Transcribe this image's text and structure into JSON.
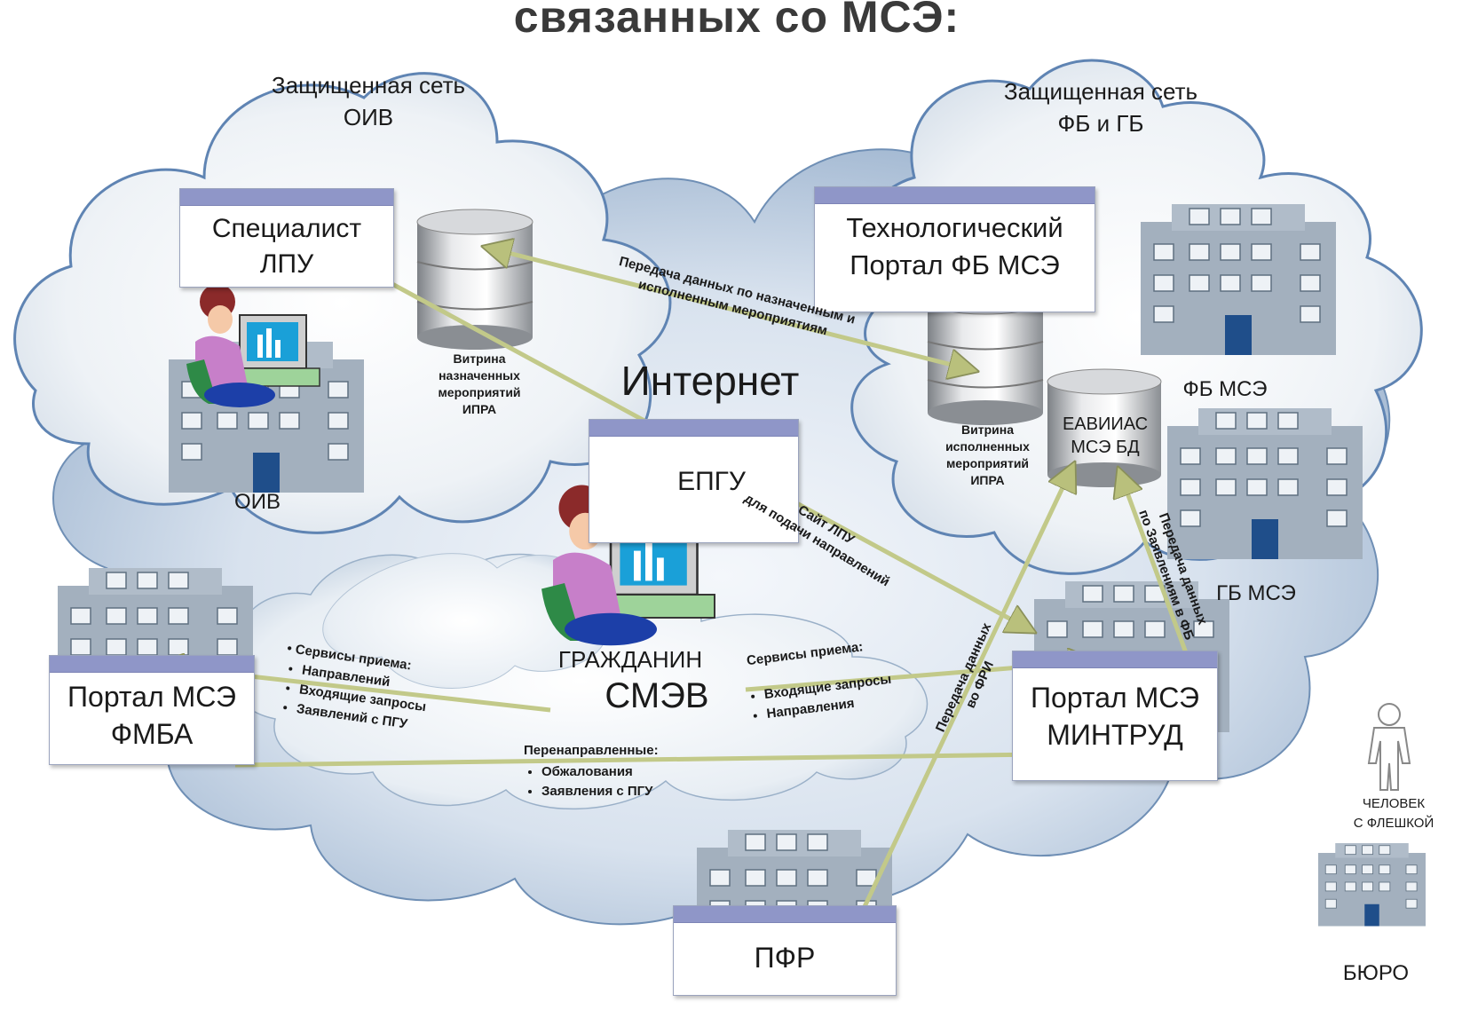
{
  "title": "связанных со МСЭ:",
  "clouds": {
    "oiv_network": "Защищенная сеть\nОИВ",
    "fb_network": "Защищенная сеть\nФБ и ГБ"
  },
  "nodes": {
    "specialist_lpu": "Специалист\nЛПУ",
    "tech_portal": "Технологический\nПортал ФБ МСЭ",
    "epgu": "ЕПГУ",
    "portal_fmba": "Портал МСЭ\nФМБА",
    "portal_mintrud": "Портал МСЭ\nМИНТРУД",
    "pfr": "ПФР"
  },
  "labels": {
    "internet": "Интернет",
    "citizen": "ГРАЖДАНИН",
    "smev": "СМЭВ",
    "oiv": "ОИВ",
    "fb_mse": "ФБ МСЭ",
    "gb_mse": "ГБ МСЭ",
    "bureau": "БЮРО",
    "person_flash": "ЧЕЛОВЕК\nС ФЛЕШКОЙ"
  },
  "databases": {
    "vitrina_assigned": "Витрина\nназначенных\nмероприятий\nИПРА",
    "vitrina_done": "Витрина\nисполненных\nмероприятий\nИПРА",
    "eaviias": "ЕАВИИАС\nМСЭ БД"
  },
  "edge_labels": {
    "transfer_assigned": "Передача данных по назначенным и\nисполненным мероприятиям",
    "lpu_site": "Сайт ЛПУ\nдля подачи направлений",
    "transfer_fri": "Передача данных\nво ФРИ",
    "transfer_applications": "Передача данных\nпо Заявлениям в ФБ"
  },
  "lists": {
    "left_title": "Сервисы приема:",
    "left_items": [
      "Направлений",
      "Входящие запросы",
      "Заявлений с ПГУ"
    ],
    "right_title": "Сервисы приема:",
    "right_items": [
      "Входящие запросы",
      "Направления"
    ],
    "redirected_title": "Перенаправленные:",
    "redirected_items": [
      "Обжалования",
      "Заявления с ПГУ"
    ]
  },
  "colors": {
    "cloud_dark": "#9ab3cf",
    "cloud_light": "#e6ecf3",
    "box_bar": "#8f96c8",
    "arrow": "#c2c989",
    "building": "#8c9bab"
  }
}
